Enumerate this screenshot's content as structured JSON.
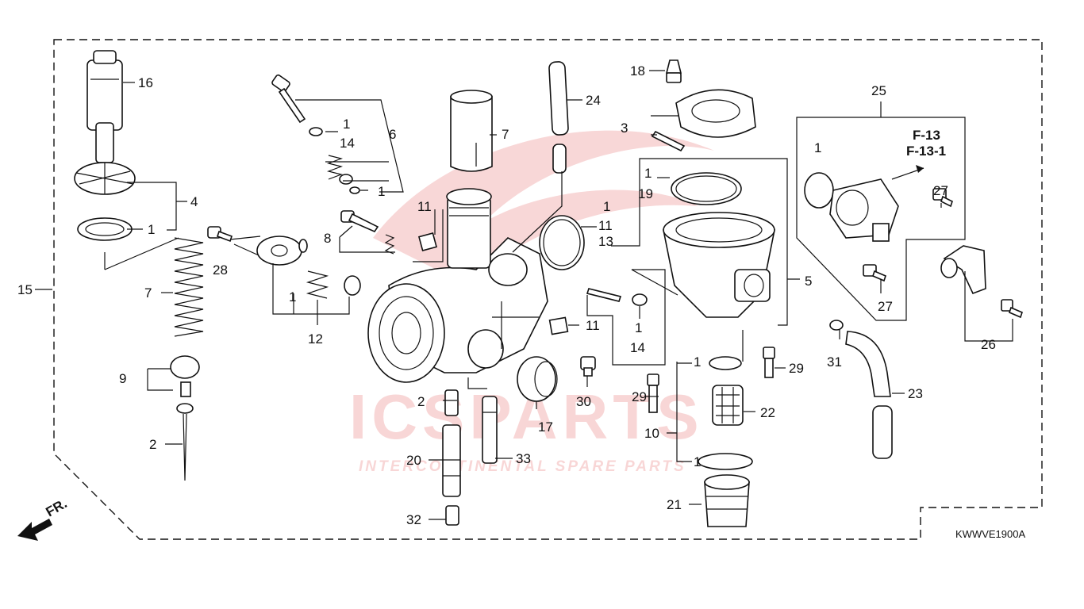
{
  "diagram_code": "KWWVE1900A",
  "front_label": "FR.",
  "ref_labels": [
    "F-13",
    "F-13-1"
  ],
  "watermark": {
    "brand": "ICSPARTS",
    "tagline": "INTERCONTINENTAL SPARE PARTS",
    "color": "#e04848"
  },
  "callouts": [
    "1",
    "2",
    "3",
    "4",
    "5",
    "6",
    "7",
    "8",
    "9",
    "10",
    "11",
    "12",
    "13",
    "14",
    "15",
    "16",
    "17",
    "18",
    "19",
    "20",
    "21",
    "22",
    "23",
    "24",
    "25",
    "26",
    "27",
    "28",
    "29",
    "30",
    "31",
    "32",
    "33"
  ]
}
